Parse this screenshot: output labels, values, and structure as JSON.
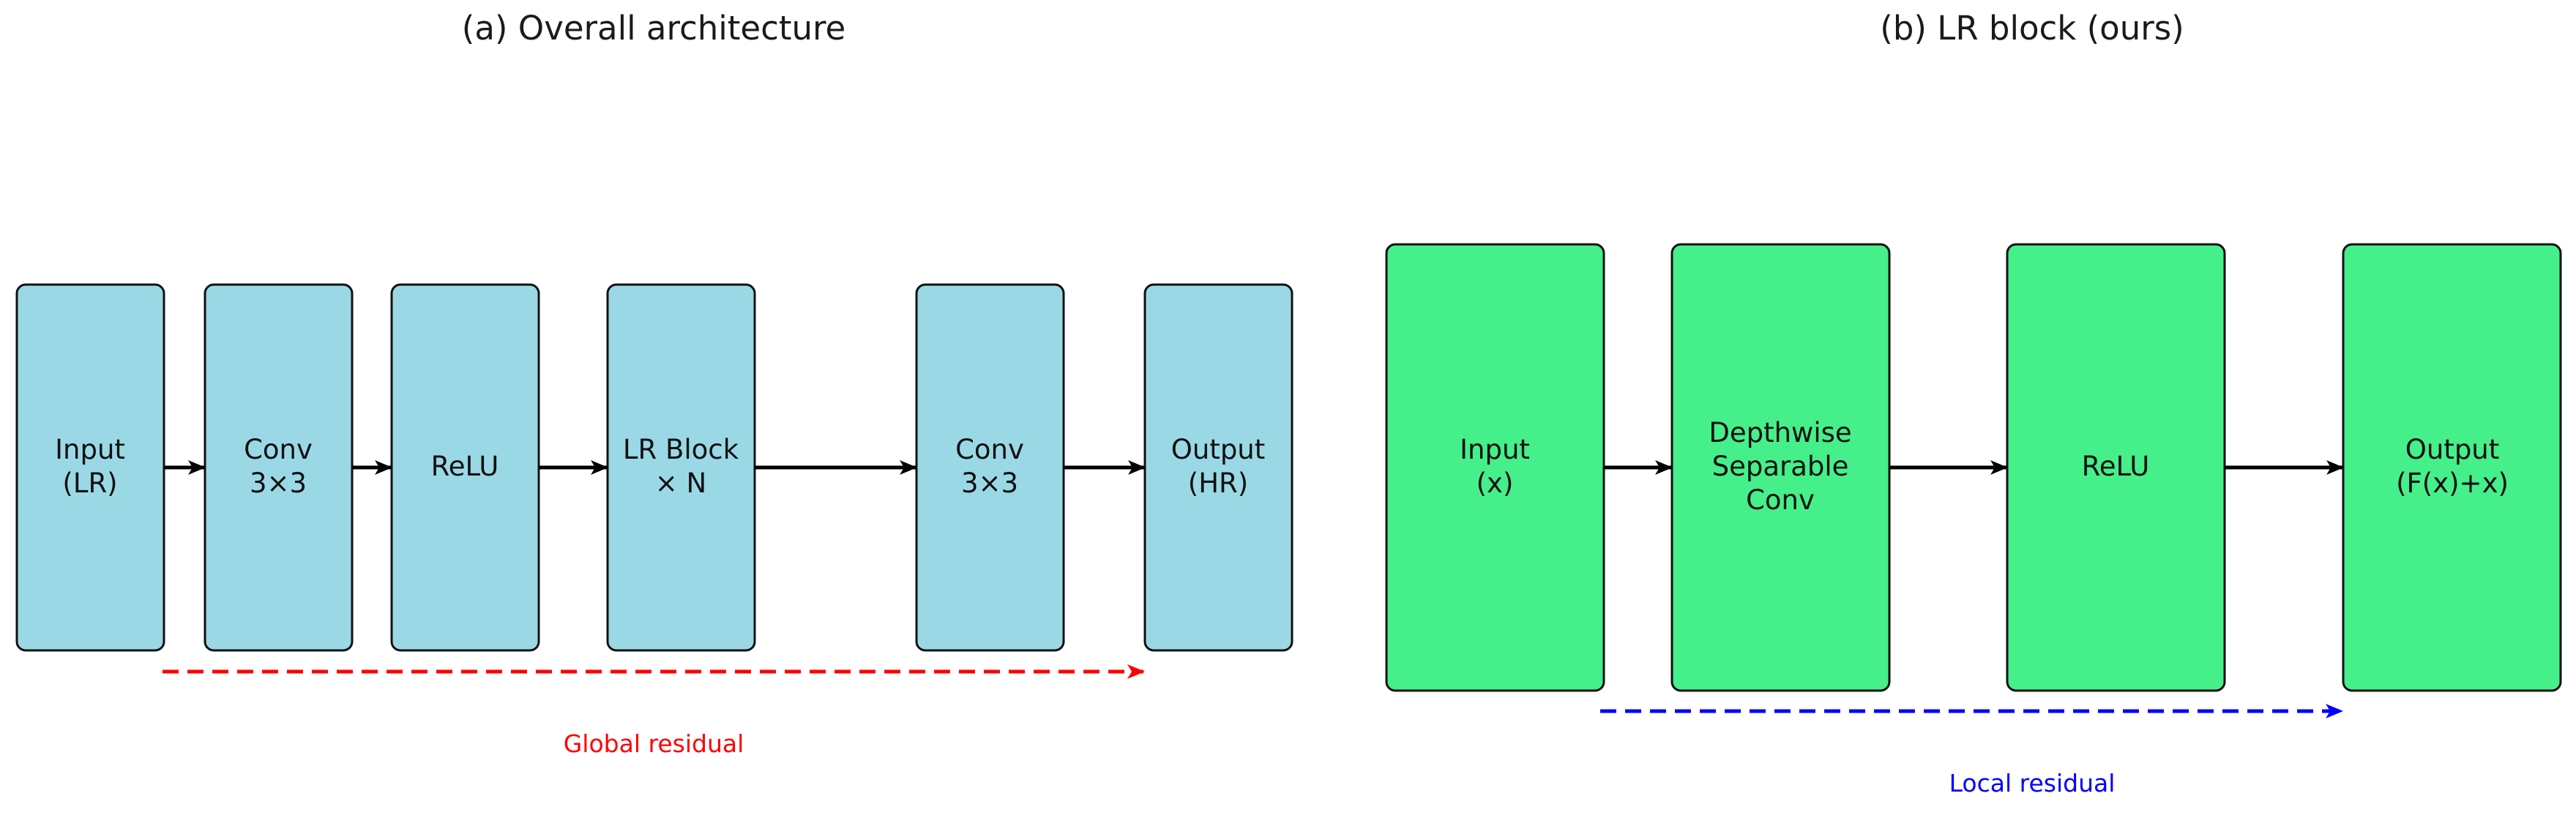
{
  "panels": {
    "a": {
      "title": "(a) Overall architecture"
    },
    "b": {
      "title": "(b) LR block (ours)"
    }
  },
  "colors": {
    "panel_a_box": "#9bd8e6",
    "panel_b_box": "#45ef8a",
    "box_border": "#111111",
    "arrow": "#000000",
    "global_residual": "#ff0000",
    "local_residual": "#0000ff"
  },
  "a_blocks": {
    "input": {
      "line1": "Input",
      "line2": "(LR)"
    },
    "conv1": {
      "line1": "Conv",
      "line2": "3×3"
    },
    "relu": {
      "line1": "ReLU"
    },
    "lr_block": {
      "line1": "LR Block",
      "line2": "× N"
    },
    "conv2": {
      "line1": "Conv",
      "line2": "3×3"
    },
    "output": {
      "line1": "Output",
      "line2": "(HR)"
    }
  },
  "b_blocks": {
    "input": {
      "line1": "Input",
      "line2": "(x)"
    },
    "dwconv": {
      "line1": "Depthwise",
      "line2": "Separable",
      "line3": "Conv"
    },
    "relu": {
      "line1": "ReLU"
    },
    "output": {
      "line1": "Output",
      "line2": "(F(x)+x)"
    }
  },
  "residuals": {
    "global": "Global residual",
    "local": "Local residual"
  }
}
